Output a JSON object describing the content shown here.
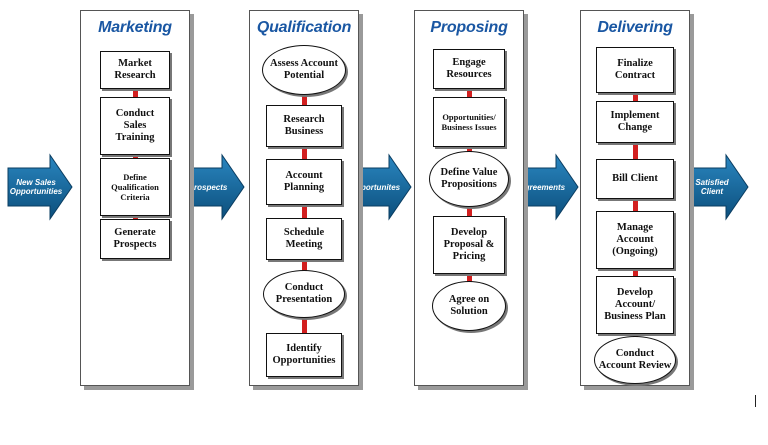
{
  "colors": {
    "title": "#1a57a3",
    "connector": "#d21f1f",
    "arrow_top": "#1f78b0",
    "arrow_bottom": "#0c4f7c"
  },
  "arrows": [
    {
      "label": "New Sales Opportunities"
    },
    {
      "label": "Prospects"
    },
    {
      "label": "Opportunites"
    },
    {
      "label": "Agreements"
    },
    {
      "label": "Satisfied Client"
    }
  ],
  "columns": [
    {
      "title": "Marketing",
      "steps": [
        {
          "label": "Market Research",
          "shape": "rect"
        },
        {
          "label": "Conduct Sales Training",
          "shape": "rect"
        },
        {
          "label": "Define Qualification Criteria",
          "shape": "rect"
        },
        {
          "label": "Generate Prospects",
          "shape": "rect"
        }
      ]
    },
    {
      "title": "Qualification",
      "steps": [
        {
          "label": "Assess Account Potential",
          "shape": "oval"
        },
        {
          "label": "Research Business",
          "shape": "rect"
        },
        {
          "label": "Account Planning",
          "shape": "rect"
        },
        {
          "label": "Schedule Meeting",
          "shape": "rect"
        },
        {
          "label": "Conduct Presentation",
          "shape": "oval"
        },
        {
          "label": "Identify Opportunities",
          "shape": "rect"
        }
      ]
    },
    {
      "title": "Proposing",
      "steps": [
        {
          "label": "Engage Resources",
          "shape": "rect"
        },
        {
          "label": "Opportunities/ Business Issues",
          "shape": "rect"
        },
        {
          "label": "Define Value Propositions",
          "shape": "oval"
        },
        {
          "label": "Develop Proposal & Pricing",
          "shape": "rect"
        },
        {
          "label": "Agree on Solution",
          "shape": "oval"
        }
      ]
    },
    {
      "title": "Delivering",
      "steps": [
        {
          "label": "Finalize Contract",
          "shape": "rect"
        },
        {
          "label": "Implement Change",
          "shape": "rect"
        },
        {
          "label": "Bill Client",
          "shape": "rect"
        },
        {
          "label": "Manage Account (Ongoing)",
          "shape": "rect"
        },
        {
          "label": "Develop Account/ Business Plan",
          "shape": "rect"
        },
        {
          "label": "Conduct Account Review",
          "shape": "oval"
        }
      ]
    }
  ]
}
